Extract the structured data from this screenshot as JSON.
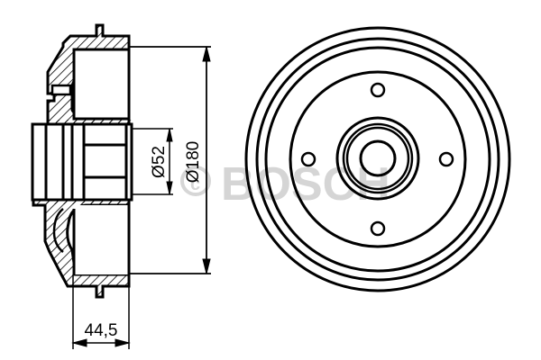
{
  "drawing": {
    "subject": "brake drum technical drawing",
    "views": [
      "cross-section",
      "front-view"
    ],
    "line_color": "#000000",
    "hatch_color": "#000000",
    "background": "#ffffff"
  },
  "dimensions": {
    "hub_bore": {
      "label": "Ø52",
      "value": 52,
      "unit": "mm",
      "orientation": "vertical"
    },
    "outer_diameter": {
      "label": "Ø180",
      "value": 180,
      "unit": "mm",
      "orientation": "vertical"
    },
    "width": {
      "label": "44,5",
      "value": 44.5,
      "unit": "mm",
      "orientation": "horizontal"
    }
  },
  "front_view": {
    "bolt_holes": 4,
    "rings": 4,
    "hub_rings": 4
  },
  "watermark": {
    "text": "© BOSCH",
    "color": "#c8c8c8"
  }
}
